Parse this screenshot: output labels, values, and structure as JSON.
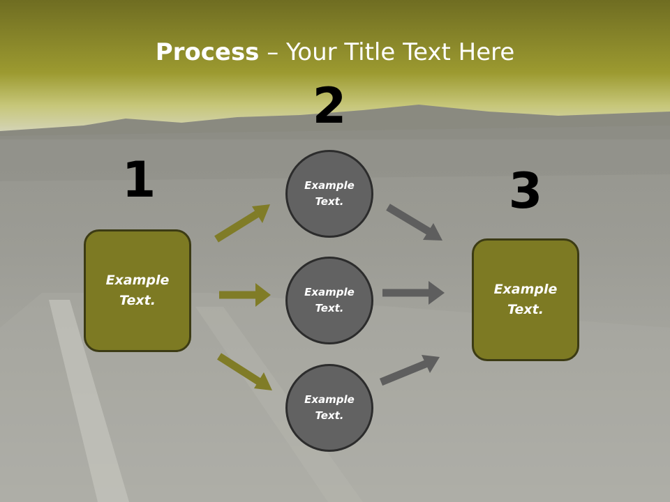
{
  "title": {
    "strong": "Process",
    "rest": " – Your Title Text Here"
  },
  "steps": [
    {
      "number": "1",
      "label": "Example\nText."
    },
    {
      "number": "2"
    },
    {
      "number": "3",
      "label": "Example\nText."
    }
  ],
  "circles": [
    {
      "label": "Example\nText."
    },
    {
      "label": "Example\nText."
    },
    {
      "label": "Example\nText."
    }
  ],
  "colors": {
    "olive_accent": "#7d7a23",
    "olive_arrow": "#807c27",
    "gray_circle": "#626262",
    "gray_arrow": "#5e5e5e",
    "title_band": "#9a9a30"
  }
}
